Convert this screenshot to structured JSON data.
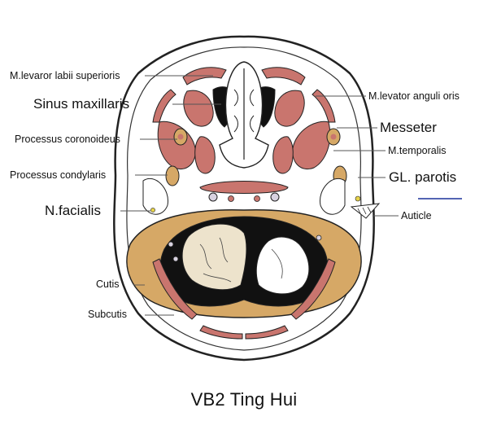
{
  "labels": {
    "levator_labii": "M.levaror labii superioris",
    "sinus_maxillaris": "Sinus maxillaris",
    "processus_coronoideus": "Processus coronoideus",
    "processus_condylaris": "Processus condylaris",
    "n_facialis": "N.facialis",
    "cutis": "Cutis",
    "subcutis": "Subcutis",
    "levator_anguli": "M.levator anguli oris",
    "messeter": "Messeter",
    "temporalis": "M.temporalis",
    "gl_parotis": "GL. parotis",
    "auticle": "Auticle"
  },
  "caption": "VB2 Ting Hui",
  "colors": {
    "muscle": "#c9756e",
    "bone": "#d6a866",
    "brain": "#ede3cc",
    "dark": "#111111",
    "outline": "#222222",
    "marker": "#3b4fa8"
  }
}
